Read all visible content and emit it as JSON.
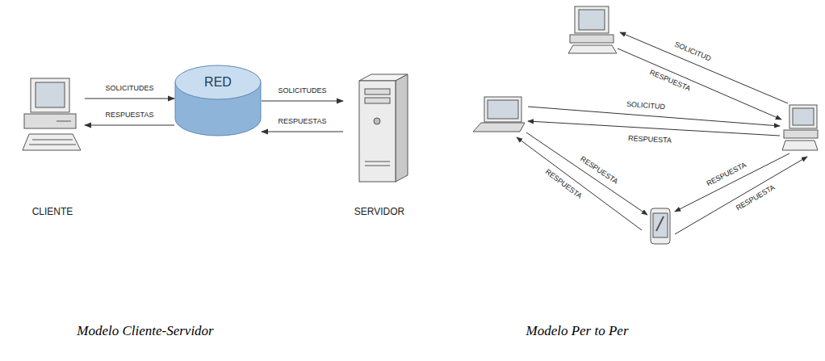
{
  "diagram": {
    "nodes": [
      {
        "text": [
          "CLIENTE"
        ]
      },
      {
        "text": [
          "RED"
        ]
      },
      {
        "text": [
          "SERVIDOR"
        ]
      }
    ],
    "edges": [
      {
        "from": 0,
        "to": 1,
        "label": "SOLICITUDES",
        "arrow": "to"
      },
      {
        "from": 1,
        "to": 0,
        "label": "RESPUESTAS",
        "arrow": "to"
      },
      {
        "from": 1,
        "to": 2,
        "label": "SOLICITUDES",
        "arrow": "to"
      },
      {
        "from": 2,
        "to": 1,
        "label": "RESPUESTAS",
        "arrow": "to"
      }
    ],
    "labels": [
      "SOLICITUD",
      "RESPUESTA",
      "SOLICITUD",
      "RESPUESTA",
      "RESPUESTA",
      "RESPUESTA",
      "RESPUESTA",
      "RESPUESTA",
      "Modelo Cliente-Servidor",
      "Modelo Per to Per"
    ]
  }
}
